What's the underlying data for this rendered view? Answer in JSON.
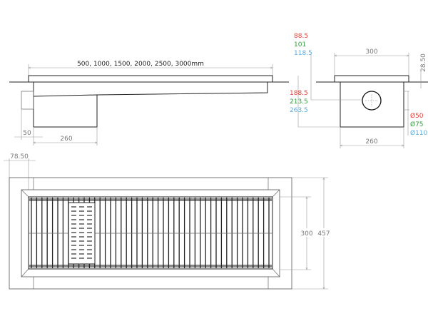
{
  "side_view": {
    "length_label": "500, 1000, 1500, 2000, 2500, 3000mm",
    "outlet_offset_label": "50",
    "sump_width_label": "260"
  },
  "end_view": {
    "flange_width_label": "300",
    "flange_height_label": "28.50",
    "body_width_label": "260",
    "outlet_heights": [
      {
        "value": "88.5",
        "color": "#e8403a"
      },
      {
        "value": "101",
        "color": "#2e9e3a"
      },
      {
        "value": "118.5",
        "color": "#5aabe0"
      }
    ],
    "depths": [
      {
        "value": "188.5",
        "color": "#e8403a"
      },
      {
        "value": "213.5",
        "color": "#2e9e3a"
      },
      {
        "value": "263.5",
        "color": "#5aabe0"
      }
    ],
    "diameters": [
      {
        "value": "Ø50",
        "color": "#e8403a"
      },
      {
        "value": "Ø75",
        "color": "#2e9e3a"
      },
      {
        "value": "Ø110",
        "color": "#5aabe0"
      }
    ]
  },
  "plan_view": {
    "edge_offset_label": "78.50",
    "grate_width_label": "300",
    "overall_width_label": "457"
  }
}
